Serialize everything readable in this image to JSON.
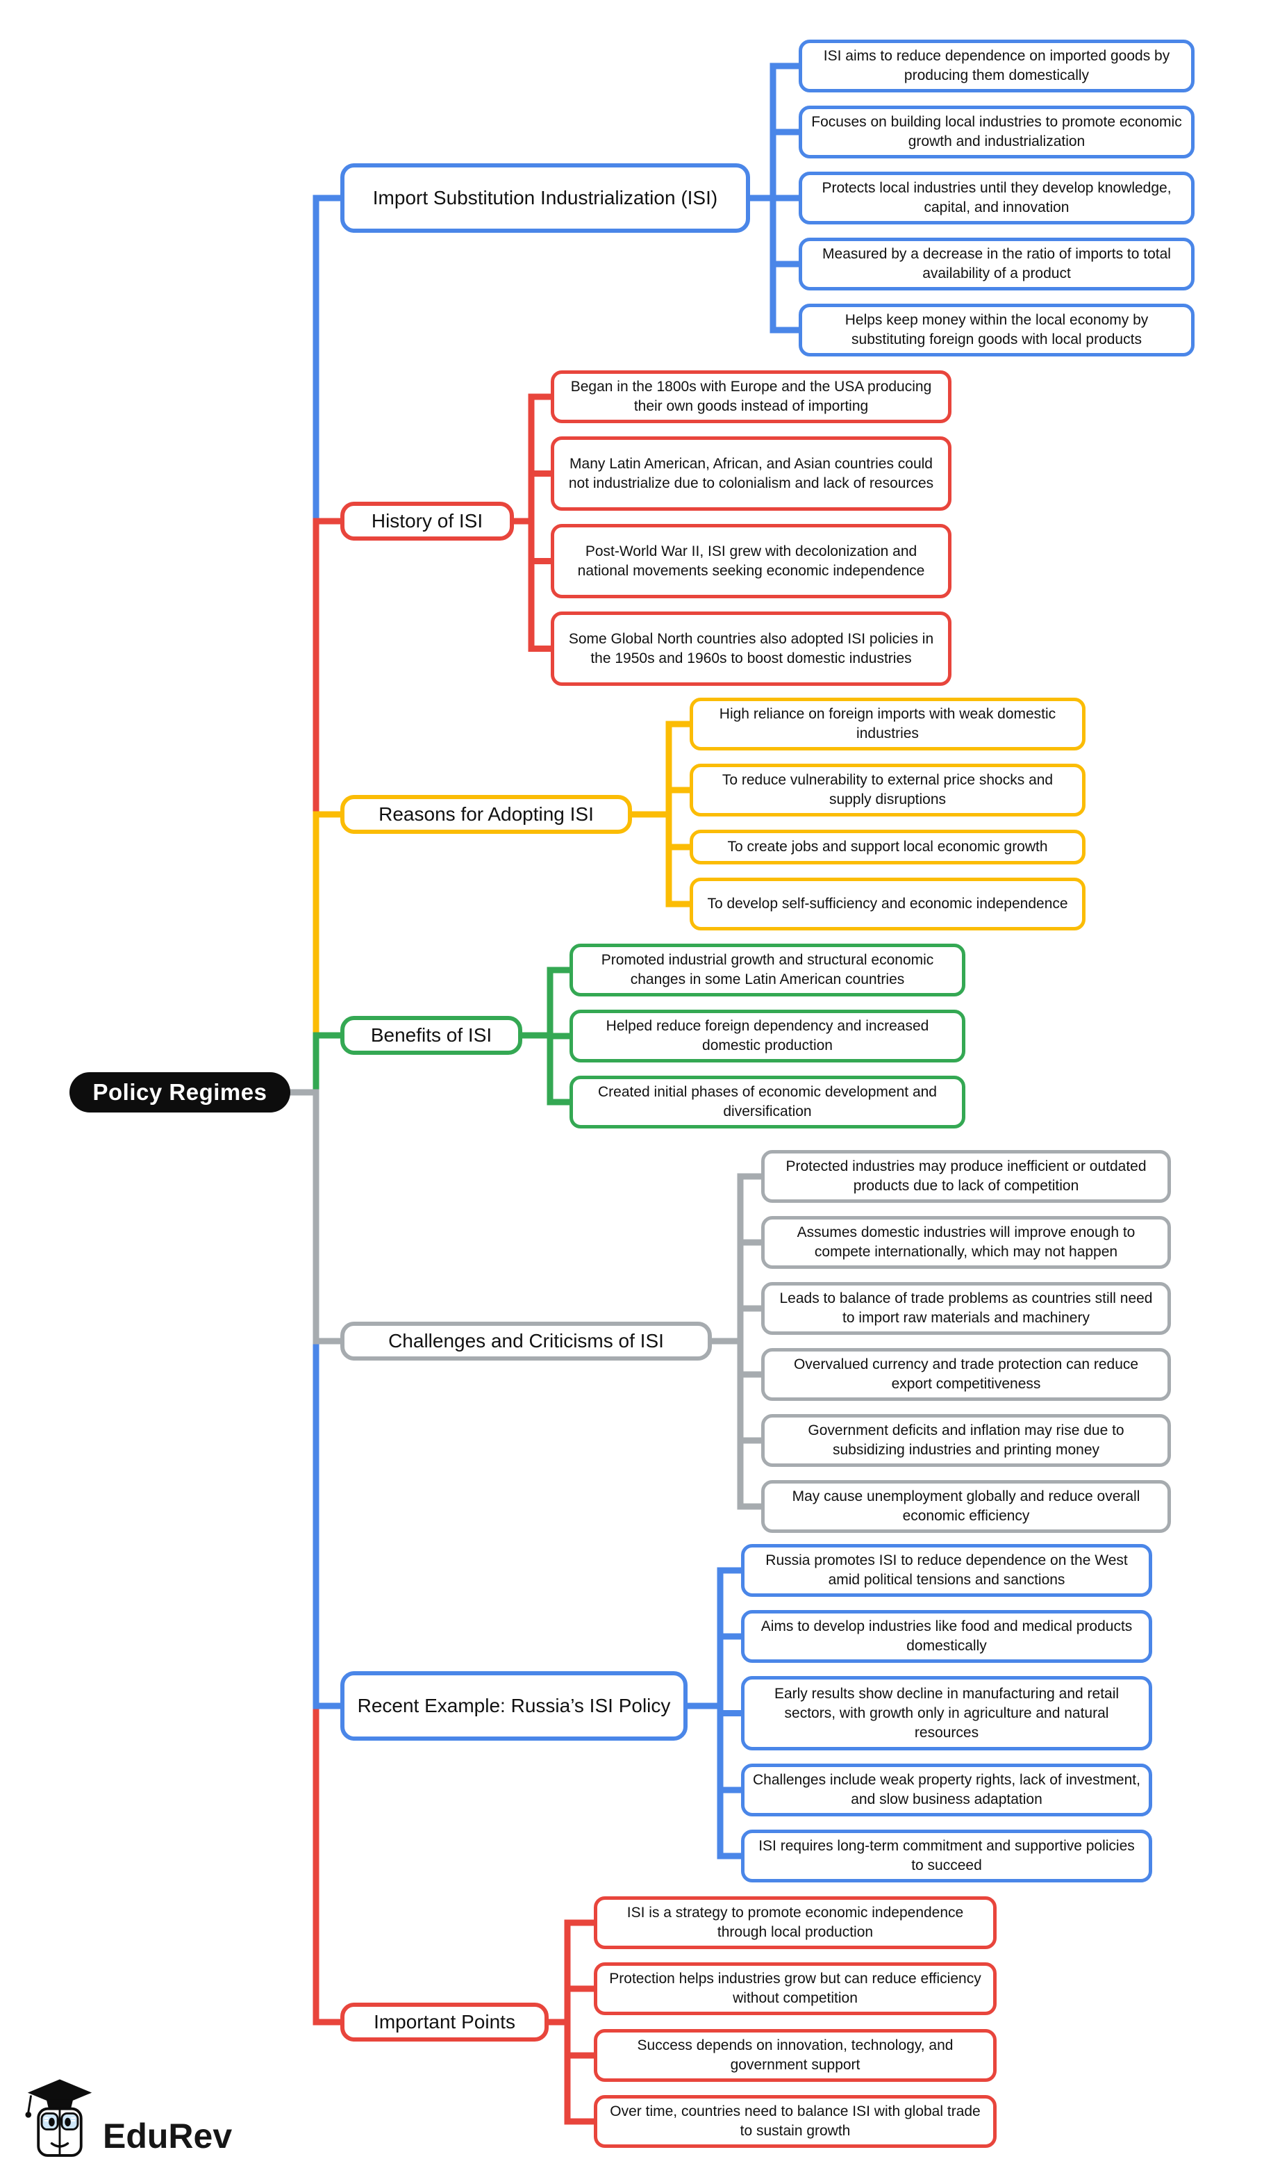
{
  "root": {
    "label": "Policy Regimes",
    "bg_color": "#0d0d0d",
    "text_color": "#ffffff"
  },
  "colors": {
    "blue": "#4a86e8",
    "red": "#e8453c",
    "yellow": "#fbbc05",
    "green": "#34a853",
    "gray": "#a6abaf",
    "black": "#0d0d0d"
  },
  "branches": [
    {
      "id": "isi-overview",
      "label": "Import Substitution Industrialization (ISI)",
      "color": "#4a86e8",
      "leaves": [
        "ISI aims to reduce dependence on imported goods by producing them domestically",
        "Focuses on building local industries to promote economic growth and industrialization",
        "Protects local industries until they develop knowledge, capital, and innovation",
        "Measured by a decrease in the ratio of imports to total availability of a product",
        "Helps keep money within the local economy by substituting foreign goods with local products"
      ]
    },
    {
      "id": "history",
      "label": "History of ISI",
      "color": "#e8453c",
      "leaves": [
        "Began in the 1800s with Europe and the USA producing their own goods instead of importing",
        "Many Latin American, African, and Asian countries could not industrialize due to colonialism and lack of resources",
        "Post-World War II, ISI grew with decolonization and national movements seeking economic independence",
        "Some Global North countries also adopted ISI policies in the 1950s and 1960s to boost domestic industries"
      ]
    },
    {
      "id": "reasons",
      "label": "Reasons for Adopting ISI",
      "color": "#fbbc05",
      "leaves": [
        "High reliance on foreign imports with weak domestic industries",
        "To reduce vulnerability to external price shocks and supply disruptions",
        "To create jobs and support local economic growth",
        "To develop self-sufficiency and economic independence"
      ]
    },
    {
      "id": "benefits",
      "label": "Benefits of ISI",
      "color": "#34a853",
      "leaves": [
        "Promoted industrial growth and structural economic changes in some Latin American countries",
        "Helped reduce foreign dependency and increased domestic production",
        "Created initial phases of economic development and diversification"
      ]
    },
    {
      "id": "challenges",
      "label": "Challenges and Criticisms of ISI",
      "color": "#a6abaf",
      "leaves": [
        "Protected industries may produce inefficient or outdated products due to lack of competition",
        "Assumes domestic industries will improve enough to compete internationally, which may not happen",
        "Leads to balance of trade problems as countries still need to import raw materials and machinery",
        "Overvalued currency and trade protection can reduce export competitiveness",
        "Government deficits and inflation may rise due to subsidizing industries and printing money",
        "May cause unemployment globally and reduce overall economic efficiency"
      ]
    },
    {
      "id": "russia-example",
      "label": "Recent Example: Russia’s ISI Policy",
      "color": "#4a86e8",
      "leaves": [
        "Russia promotes ISI to reduce dependence on the West amid political tensions and sanctions",
        "Aims to develop industries like food and medical products domestically",
        "Early results show decline in manufacturing and retail sectors, with growth only in agriculture and natural resources",
        "Challenges include weak property rights, lack of investment, and slow business adaptation",
        "ISI requires long-term commitment and supportive policies to succeed"
      ]
    },
    {
      "id": "important-points",
      "label": "Important Points",
      "color": "#e8453c",
      "leaves": [
        "ISI is a strategy to promote economic independence through local production",
        "Protection helps industries grow but can reduce efficiency without competition",
        "Success depends on innovation, technology, and government support",
        "Over time, countries need to balance ISI with global trade to sustain growth"
      ]
    }
  ],
  "logo": {
    "brand": "EduRev",
    "icon": "edurev-mascot-icon"
  }
}
